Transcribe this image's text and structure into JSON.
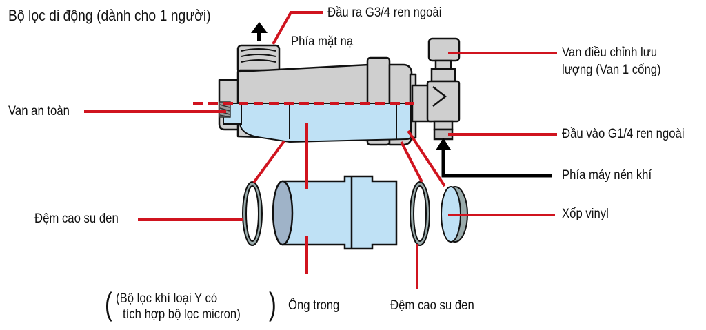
{
  "title": "Bộ lọc di động (dành cho 1 người)",
  "colors": {
    "leader": "#d0141f",
    "body": "#cccccc",
    "water": "#bfe1f5",
    "outline": "#111111",
    "arrow": "#000000"
  },
  "labels": {
    "outlet": "Đầu ra G3/4 ren ngoài",
    "mask_side": "Phía mặt nạ",
    "flow_valve_line1": "Van điều chỉnh lưu",
    "flow_valve_line2": "lượng (Van 1 cổng)",
    "safety_valve": "Van an toàn",
    "inlet": "Đầu vào G1/4 ren ngoài",
    "compressor_side": "Phía máy nén khí",
    "gasket_left": "Đệm cao su đen",
    "vinyl_foam": "Xốp vinyl",
    "filter_note_line1": "(Bộ lọc khí loại Y có",
    "filter_note_line2": "tích hợp bộ lọc micron)",
    "inner_tube": "Ống trong",
    "gasket_bottom": "Đệm cao su đen"
  },
  "parens": {
    "open": "(",
    "close": ")"
  }
}
